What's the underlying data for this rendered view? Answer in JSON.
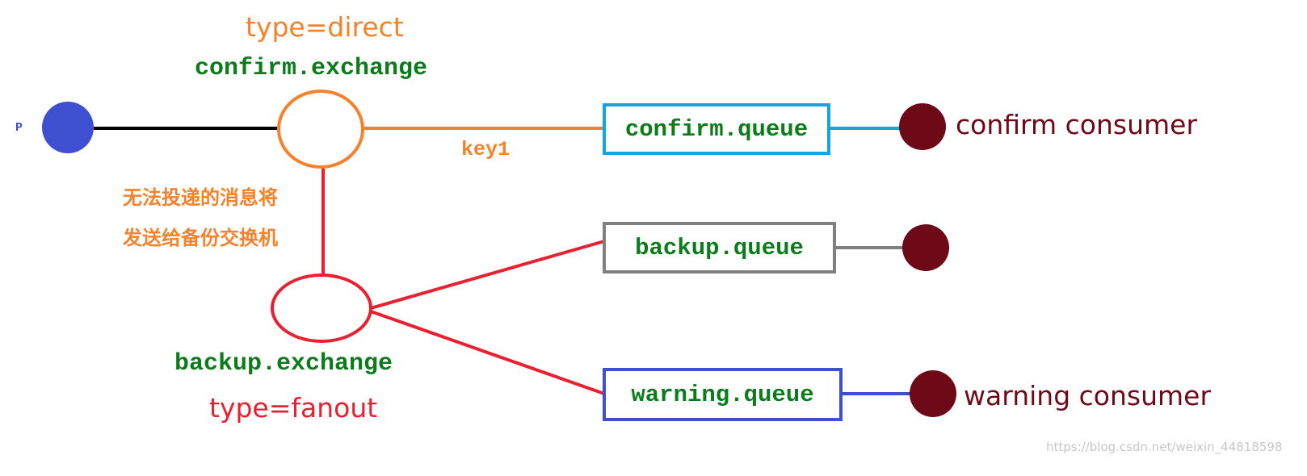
{
  "producer": {
    "label": "P"
  },
  "confirm_exchange": {
    "type_label": "type=direct",
    "name": "confirm.exchange"
  },
  "routing_key": "key1",
  "note": {
    "line1": "无法投递的消息将",
    "line2": "发送给备份交换机"
  },
  "backup_exchange": {
    "name": "backup.exchange",
    "type_label": "type=fanout"
  },
  "queues": {
    "confirm": "confirm.queue",
    "backup": "backup.queue",
    "warning": "warning.queue"
  },
  "consumers": {
    "confirm": "confirm consumer",
    "warning": "warning consumer"
  },
  "watermark": "https://blog.csdn.net/weixin_44818598",
  "colors": {
    "producer": "#3f4fd1",
    "confirm_exchange": "#f5822a",
    "backup_exchange": "#e8202f",
    "confirm_queue_border": "#16a4dc",
    "backup_queue_border": "#808080",
    "warning_queue_border": "#3f4fd1",
    "consumer": "#6e0a17",
    "queue_text": "#0a7d1a"
  }
}
